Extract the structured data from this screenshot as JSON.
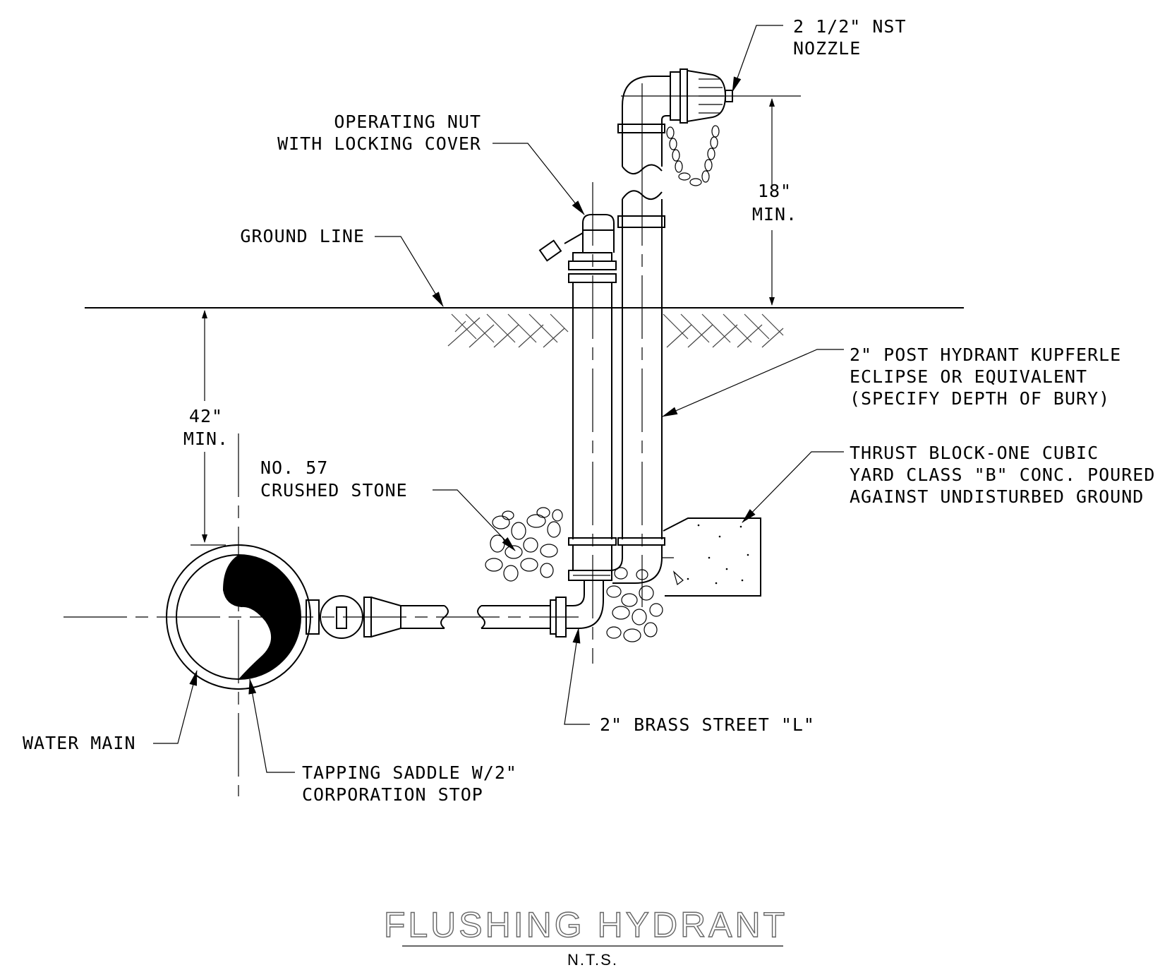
{
  "drawing": {
    "title": "FLUSHING HYDRANT",
    "scale_note": "N.T.S."
  },
  "labels": {
    "nozzle": [
      "2 1/2\" NST",
      "NOZZLE"
    ],
    "operating_nut": [
      "OPERATING NUT",
      "WITH LOCKING COVER"
    ],
    "ground_line": [
      "GROUND LINE"
    ],
    "dim_18": [
      "18\"",
      "MIN."
    ],
    "post_hydrant": [
      "2\" POST HYDRANT KUPFERLE",
      "ECLIPSE OR EQUIVALENT",
      "(SPECIFY DEPTH OF BURY)"
    ],
    "dim_42": [
      "42\"",
      "MIN."
    ],
    "thrust_block": [
      "THRUST BLOCK-ONE CUBIC",
      "YARD CLASS \"B\" CONC. POURED",
      "AGAINST UNDISTURBED GROUND"
    ],
    "crushed_stone": [
      "NO. 57",
      "CRUSHED STONE"
    ],
    "water_main": [
      "WATER MAIN"
    ],
    "brass_street_l": [
      "2\" BRASS STREET \"L\""
    ],
    "tapping_saddle": [
      "TAPPING SADDLE W/2\"",
      "CORPORATION STOP"
    ]
  }
}
